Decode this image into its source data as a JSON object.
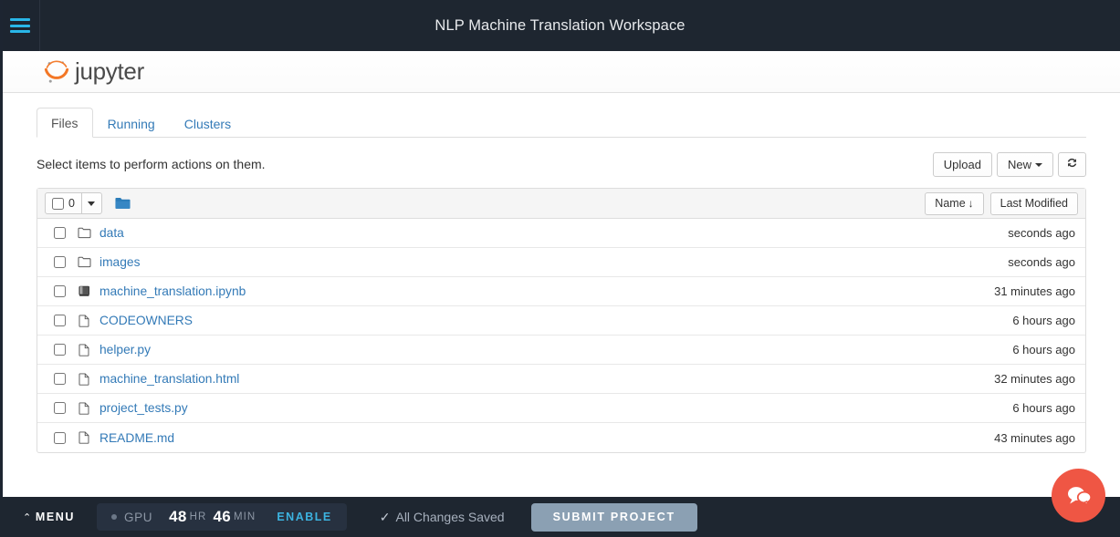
{
  "topbar": {
    "title": "NLP Machine Translation Workspace",
    "menu_icon": "hamburger-icon"
  },
  "brand": {
    "logo_text": "jupyter",
    "logo_icon": "jupyter-logo-icon",
    "accent_color": "#f37726"
  },
  "tabs": [
    {
      "label": "Files",
      "active": true
    },
    {
      "label": "Running",
      "active": false
    },
    {
      "label": "Clusters",
      "active": false
    }
  ],
  "actions": {
    "hint": "Select items to perform actions on them.",
    "upload_label": "Upload",
    "new_label": "New",
    "refresh_icon": "refresh-icon"
  },
  "filelist": {
    "selected_count": "0",
    "folder_icon": "folder-filled-icon",
    "sort_name_label": "Name",
    "sort_name_arrow": "↓",
    "sort_modified_label": "Last Modified",
    "columns": [
      "Name",
      "Last Modified"
    ],
    "rows": [
      {
        "name": "data",
        "type": "folder",
        "modified": "seconds ago"
      },
      {
        "name": "images",
        "type": "folder",
        "modified": "seconds ago"
      },
      {
        "name": "machine_translation.ipynb",
        "type": "notebook",
        "modified": "31 minutes ago"
      },
      {
        "name": "CODEOWNERS",
        "type": "file",
        "modified": "6 hours ago"
      },
      {
        "name": "helper.py",
        "type": "file",
        "modified": "6 hours ago"
      },
      {
        "name": "machine_translation.html",
        "type": "file",
        "modified": "32 minutes ago"
      },
      {
        "name": "project_tests.py",
        "type": "file",
        "modified": "6 hours ago"
      },
      {
        "name": "README.md",
        "type": "file",
        "modified": "43 minutes ago"
      }
    ]
  },
  "bottombar": {
    "menu_label": "MENU",
    "menu_caret": "⌃",
    "gpu_label": "GPU",
    "gpu_hours": "48",
    "gpu_hours_unit": "HR",
    "gpu_minutes": "46",
    "gpu_minutes_unit": "MIN",
    "gpu_enable_label": "ENABLE",
    "saved_check": "✓",
    "saved_label": "All Changes Saved",
    "submit_label": "SUBMIT PROJECT",
    "accent_blue": "#3cb3e0"
  },
  "chat": {
    "icon": "chat-bubbles-icon",
    "color": "#ef5644"
  }
}
